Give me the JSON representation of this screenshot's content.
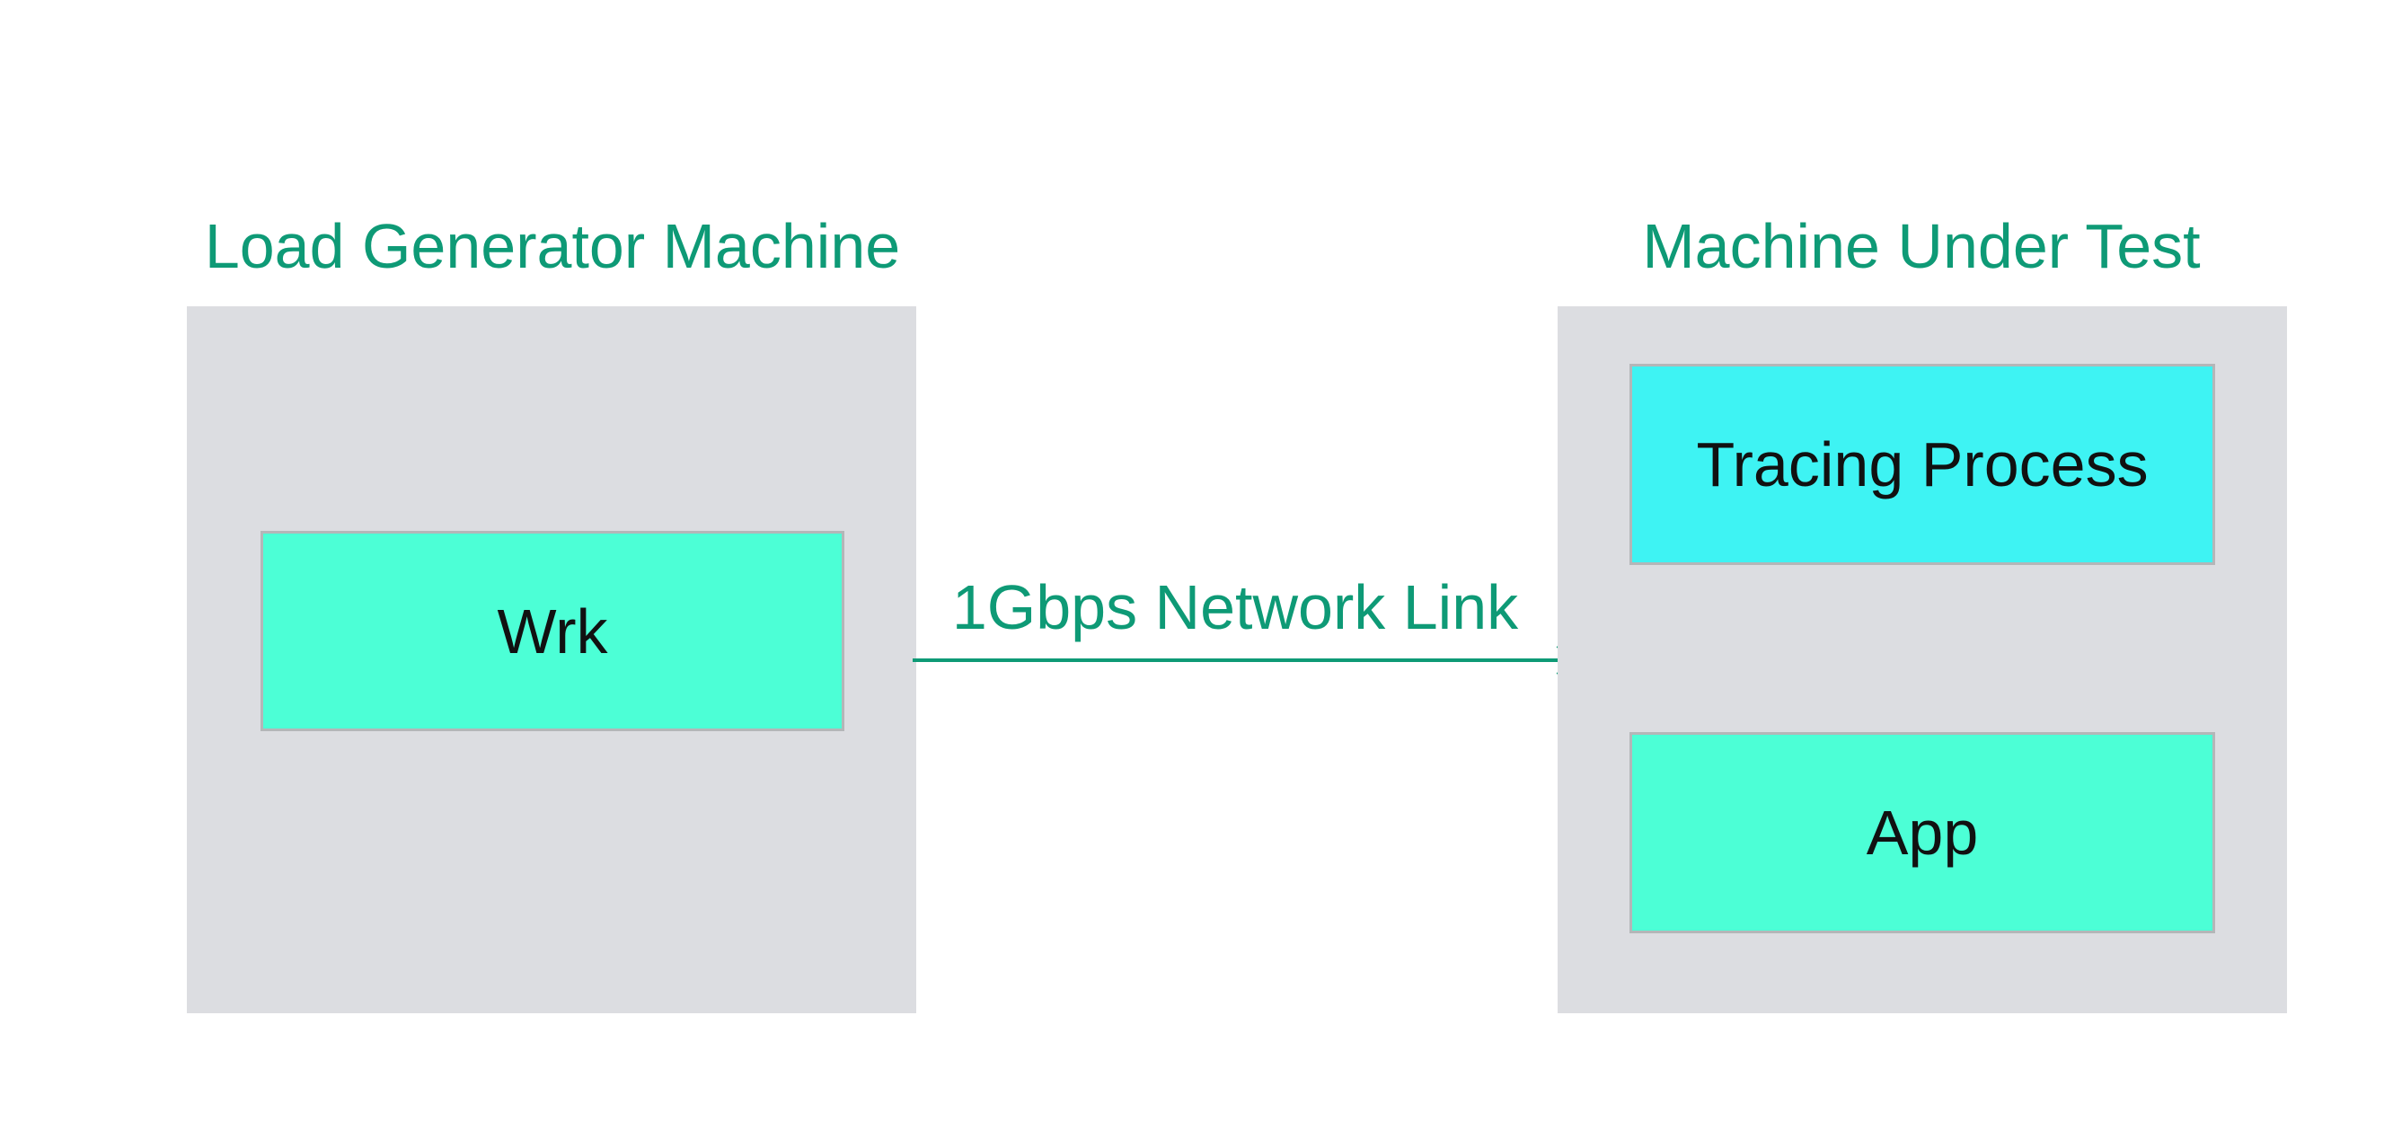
{
  "load_generator": {
    "title": "Load Generator Machine",
    "wrk_label": "Wrk"
  },
  "machine_under_test": {
    "title": "Machine Under Test",
    "tracing_label": "Tracing Process",
    "app_label": "App"
  },
  "network_link": {
    "label": "1Gbps Network Link"
  },
  "colors": {
    "accent_green": "#0e9a76",
    "machine_fill": "#dcdde1",
    "process_mint": "#4cffd6",
    "process_cyan": "#3ef3f3",
    "box_border": "#b4b6b8"
  }
}
